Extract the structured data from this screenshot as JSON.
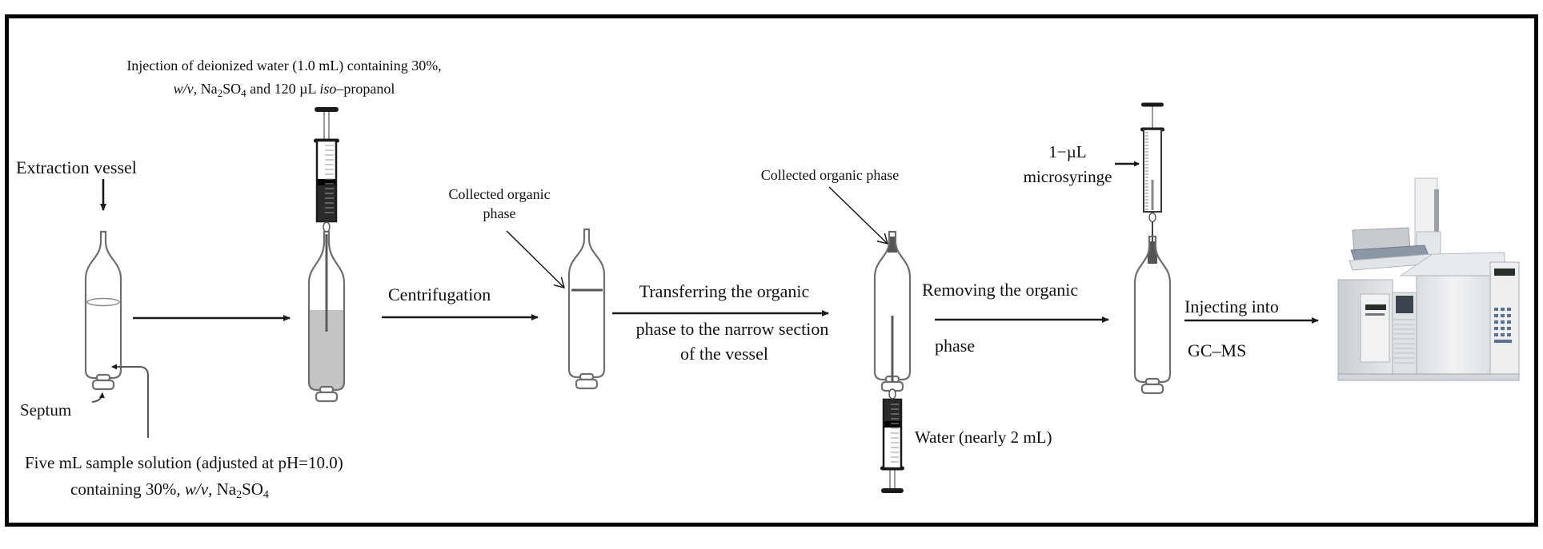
{
  "figure": {
    "type": "procedure-schematic",
    "title_hidden": "",
    "colors": {
      "frame": "#000000",
      "glass_outline": "#6e6e6e",
      "aqueous_fill": "#c4c4c4",
      "syringe_dark": "#2b2b2b",
      "organic_phase": "#555555",
      "instrument_body": "#e9ecef"
    }
  },
  "labels": {
    "injection_note": {
      "line1": "Injection of deionized water (1.0 mL) containing 30%,",
      "line2_italic_a": "w/v",
      "line2_a": ", Na",
      "line2_sub_a": "2",
      "line2_b": "SO",
      "line2_sub_b": "4",
      "line2_c": " and 120 µL ",
      "line2_italic_b": "iso",
      "line2_d": "–propanol"
    },
    "extraction_vessel": "Extraction vessel",
    "septum": "Septum",
    "sample_solution": {
      "line1": "Five  mL sample solution (adjusted at pH=10.0)",
      "line2_a": "containing 30%, ",
      "line2_italic": "w/v",
      "line2_b": ", Na",
      "line2_sub_a": "2",
      "line2_c": "SO",
      "line2_sub_b": "4"
    },
    "centrifugation": "Centrifugation",
    "collected_organic_phase_1": {
      "line1": "Collected organic",
      "line2": "phase"
    },
    "transferring": {
      "above": "Transferring the organic",
      "below1": "phase to the narrow section",
      "below2": "of the vessel"
    },
    "collected_organic_phase_2": "Collected organic phase",
    "water": "Water (nearly 2 mL)",
    "removing": {
      "above": "Removing the organic",
      "below": "phase"
    },
    "microsyringe": {
      "line1": "1−µL",
      "line2": "microsyringe"
    },
    "injecting": {
      "above": "Injecting into",
      "below": "GC–MS"
    }
  },
  "steps": [
    {
      "id": "vessel-1",
      "description": "Extraction vessel with sample solution",
      "state": "sample"
    },
    {
      "id": "vessel-2",
      "description": "Vessel after injection of water and iso-propanol",
      "state": "filled"
    },
    {
      "id": "vessel-3",
      "description": "Vessel after centrifugation with separated organic phase",
      "state": "separated"
    },
    {
      "id": "vessel-4",
      "description": "Organic phase pushed to narrow section by water from syringe",
      "state": "organic-in-neck"
    },
    {
      "id": "vessel-5",
      "description": "Organic phase removed with 1-µL microsyringe",
      "state": "sampling"
    },
    {
      "id": "instrument",
      "description": "GC–MS instrument"
    }
  ]
}
